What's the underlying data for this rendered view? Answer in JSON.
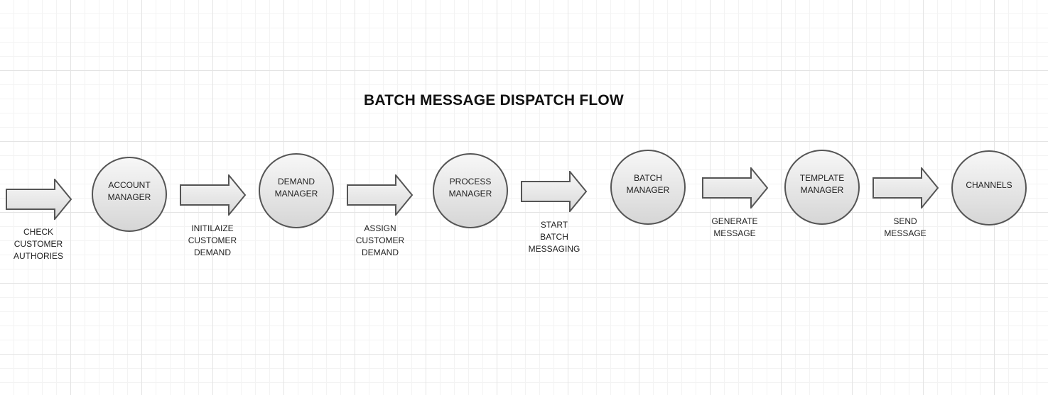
{
  "diagram": {
    "title": "BATCH MESSAGE DISPATCH FLOW",
    "nodes": [
      {
        "id": "account",
        "label": "ACCOUNT\nMANAGER"
      },
      {
        "id": "demand",
        "label": "DEMAND\nMANAGER"
      },
      {
        "id": "process",
        "label": "PROCESS\nMANAGER"
      },
      {
        "id": "batch",
        "label": "BATCH\nMANAGER"
      },
      {
        "id": "template",
        "label": "TEMPLATE\nMANAGER"
      },
      {
        "id": "channels",
        "label": "CHANNELS"
      }
    ],
    "edges": [
      {
        "to": "account",
        "label": "CHECK\nCUSTOMER\nAUTHORIES"
      },
      {
        "from": "account",
        "to": "demand",
        "label": "INITILAIZE\nCUSTOMER\nDEMAND"
      },
      {
        "from": "demand",
        "to": "process",
        "label": "ASSIGN\nCUSTOMER\nDEMAND"
      },
      {
        "from": "process",
        "to": "batch",
        "label": "START\nBATCH\nMESSAGING"
      },
      {
        "from": "batch",
        "to": "template",
        "label": "GENERATE\nMESSAGE"
      },
      {
        "from": "template",
        "to": "channels",
        "label": "SEND\nMESSAGE"
      }
    ]
  }
}
